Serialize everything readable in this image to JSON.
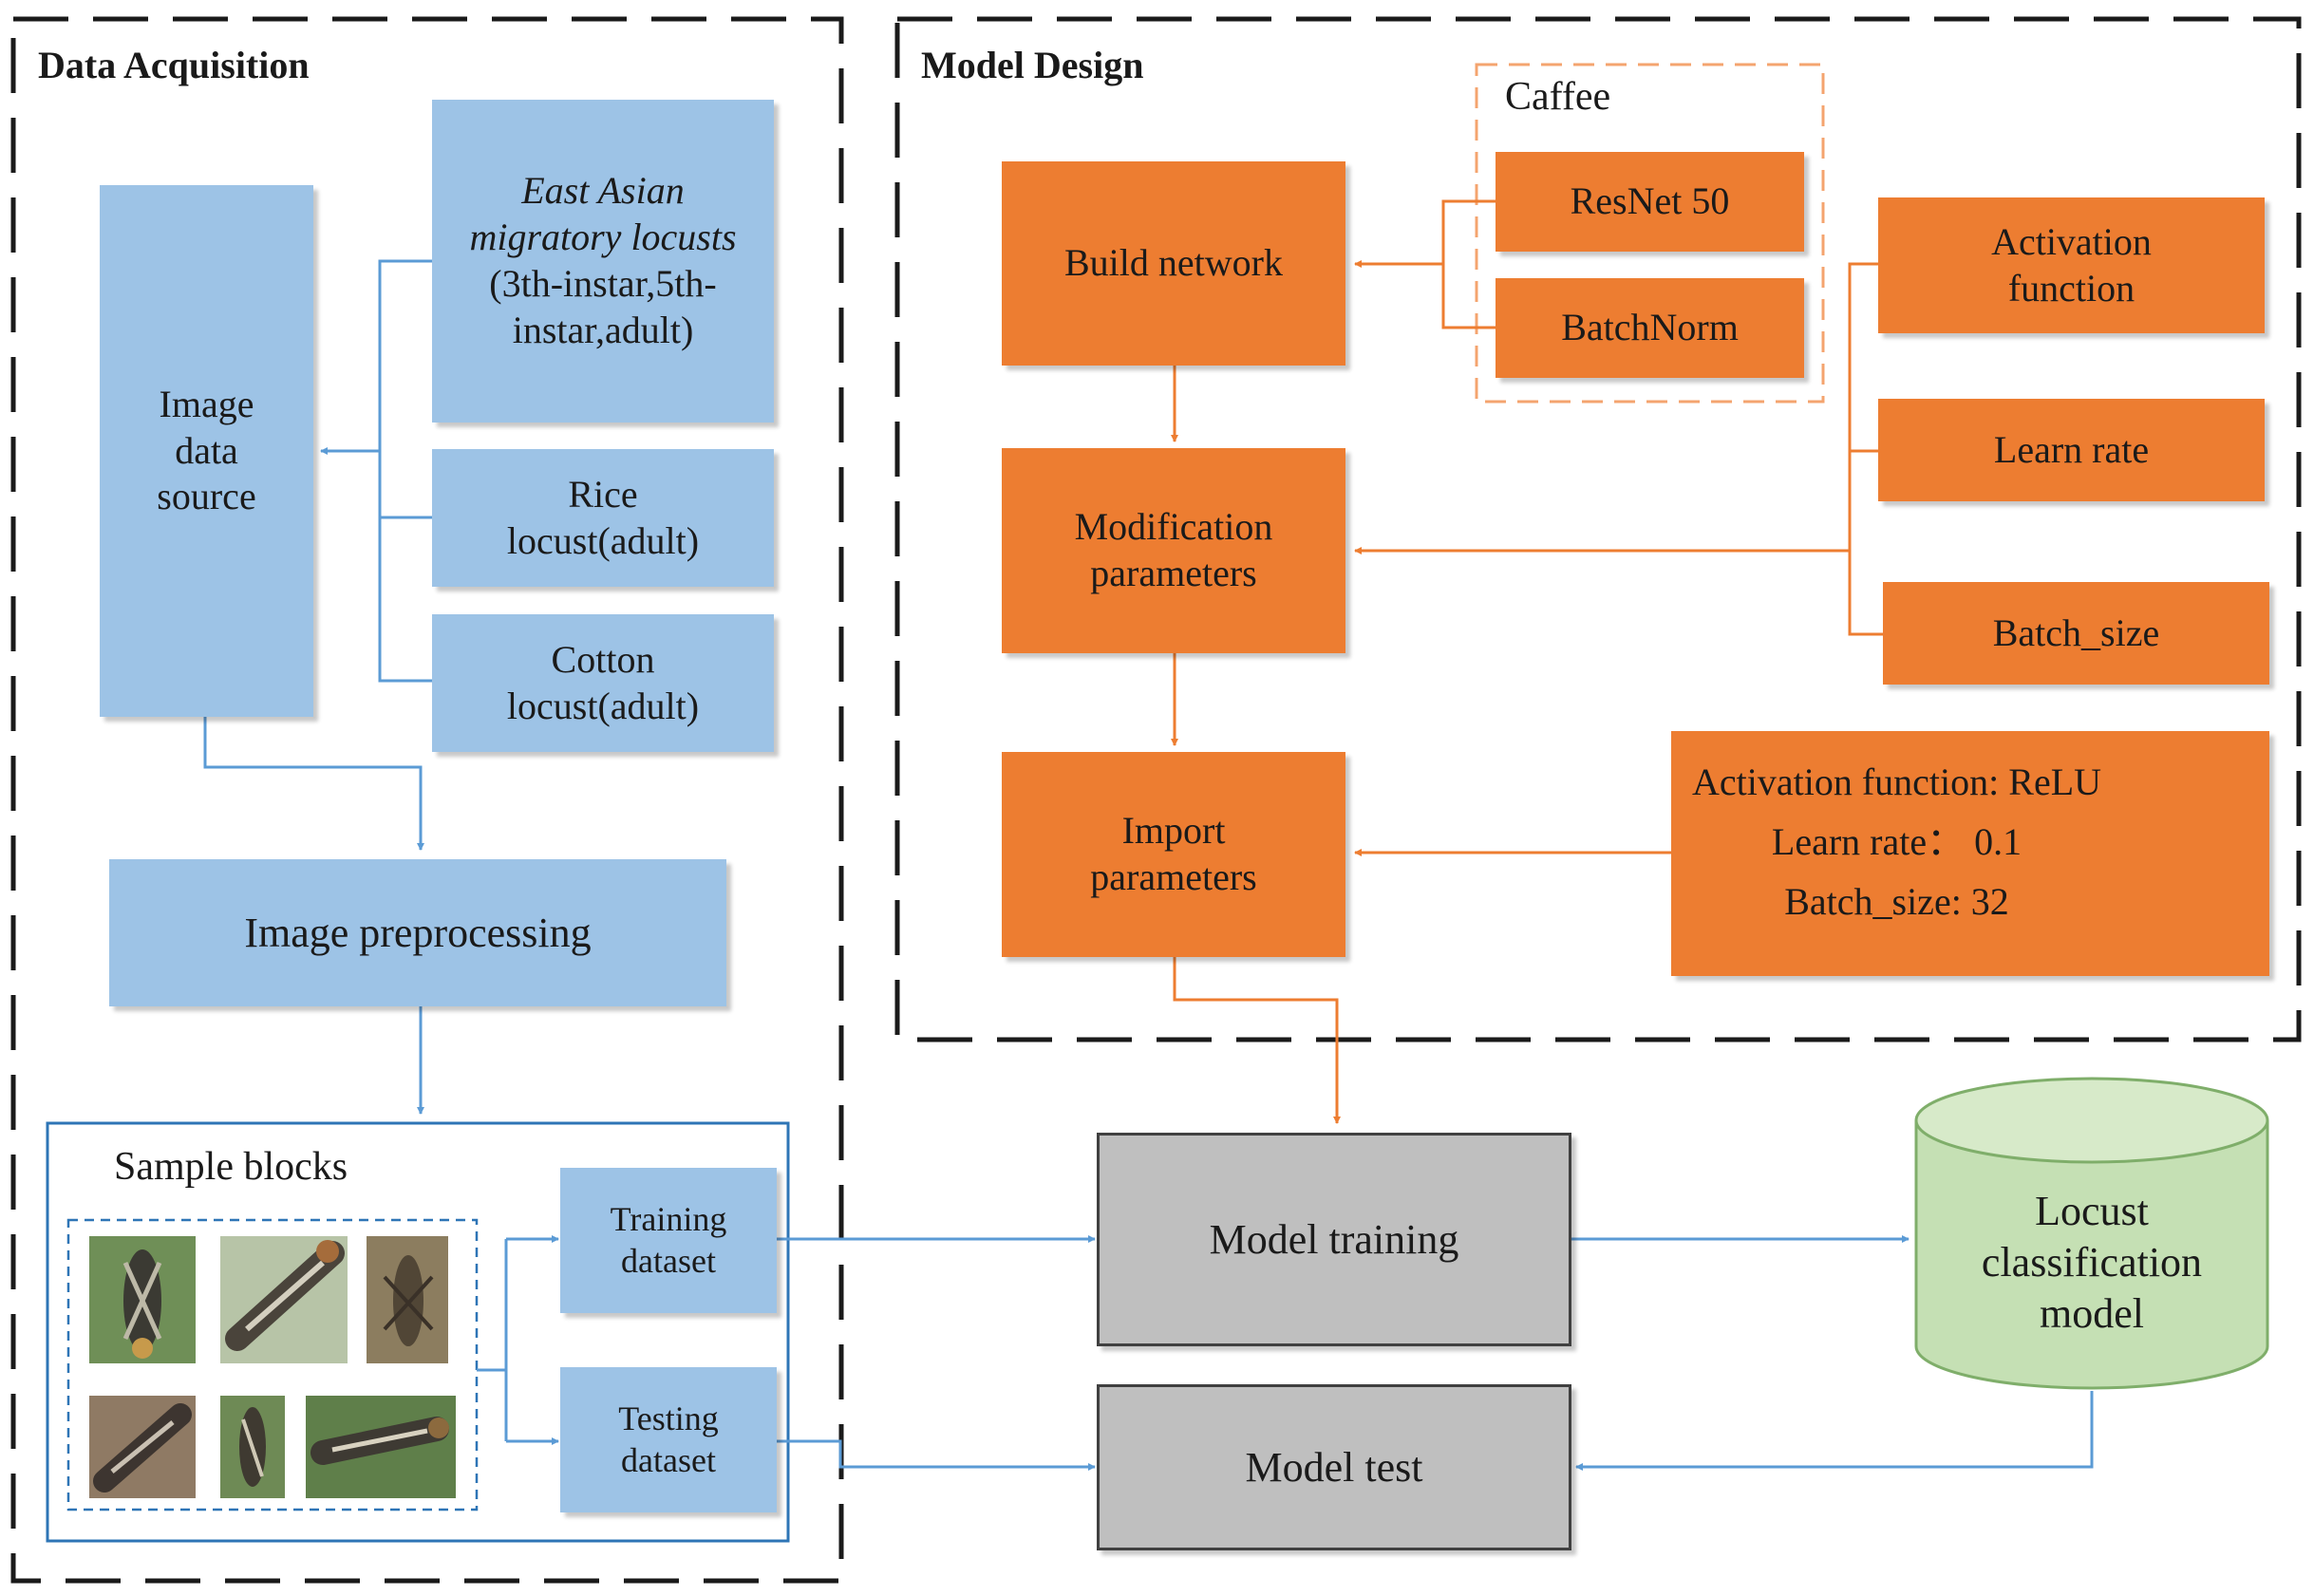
{
  "regions": {
    "data_acquisition": "Data Acquisition",
    "model_design": "Model Design"
  },
  "data_acquisition": {
    "image_data_source": "Image data source",
    "species": {
      "east_asian_italic": "East Asian migratory locusts",
      "east_asian_rest": " (3th-instar,5th-instar,adult)",
      "rice": "Rice locust(adult)",
      "cotton": "Cotton locust(adult)"
    },
    "image_preprocessing": "Image preprocessing",
    "sample_blocks": "Sample blocks",
    "training_dataset": "Training dataset",
    "testing_dataset": "Testing dataset"
  },
  "model_design": {
    "caffee": "Caffee",
    "resnet": "ResNet 50",
    "batchnorm": "BatchNorm",
    "build_network": "Build network",
    "modification_parameters": "Modification parameters",
    "import_parameters": "Import parameters",
    "activation_function": "Activation function",
    "learn_rate": "Learn rate",
    "batch_size": "Batch_size",
    "params": [
      "Activation function: ReLU",
      "Learn rate： 0.1",
      "Batch_size:  32"
    ]
  },
  "training": {
    "model_training": "Model training",
    "model_test": "Model test",
    "classification_model": "Locust classification model"
  },
  "colors": {
    "blue_box": "#9dc3e6",
    "blue_line": "#5b9bd5",
    "orange": "#ed7d31",
    "gray_box": "#bfbfbf",
    "green_cylinder": "#c5e0b4",
    "dashed_border": "#1a1a1a"
  },
  "icons": [
    "arrow-icon",
    "locust-photo-icon",
    "database-cylinder-icon"
  ]
}
